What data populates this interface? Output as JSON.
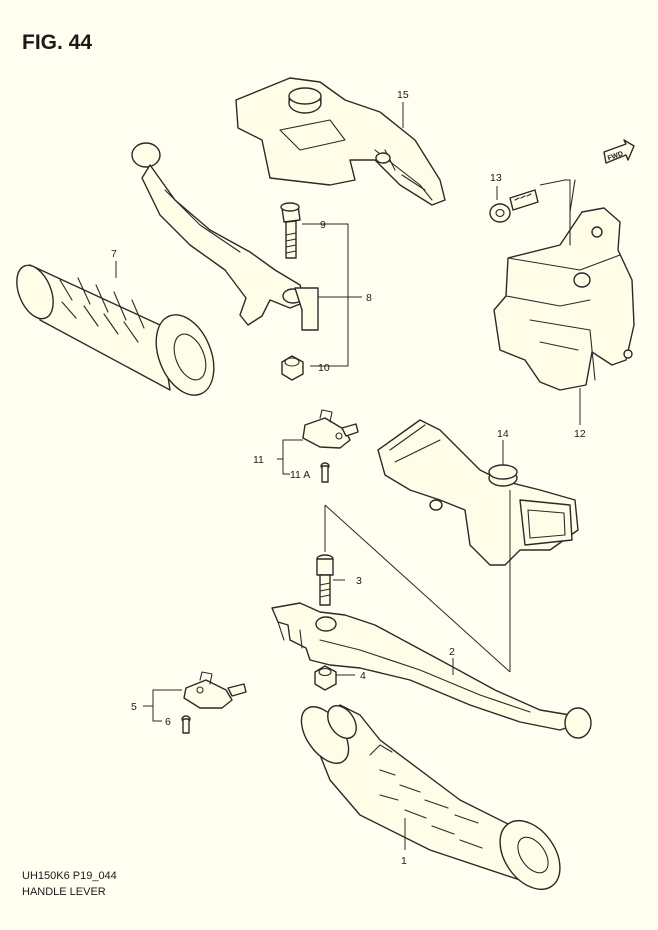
{
  "figure": {
    "label": "FIG. 44"
  },
  "footer": {
    "code": "UH150K6 P19_044",
    "title": "HANDLE LEVER"
  },
  "fwd_badge": "FWD",
  "callouts": [
    {
      "id": "1",
      "text": "1"
    },
    {
      "id": "2",
      "text": "2"
    },
    {
      "id": "3",
      "text": "3"
    },
    {
      "id": "4",
      "text": "4"
    },
    {
      "id": "5",
      "text": "5"
    },
    {
      "id": "6",
      "text": "6"
    },
    {
      "id": "7",
      "text": "7"
    },
    {
      "id": "8",
      "text": "8"
    },
    {
      "id": "9",
      "text": "9"
    },
    {
      "id": "10",
      "text": "10"
    },
    {
      "id": "11",
      "text": "11"
    },
    {
      "id": "11A",
      "text": "11 A"
    },
    {
      "id": "12",
      "text": "12"
    },
    {
      "id": "13",
      "text": "13"
    },
    {
      "id": "14",
      "text": "14"
    },
    {
      "id": "15",
      "text": "15"
    }
  ]
}
